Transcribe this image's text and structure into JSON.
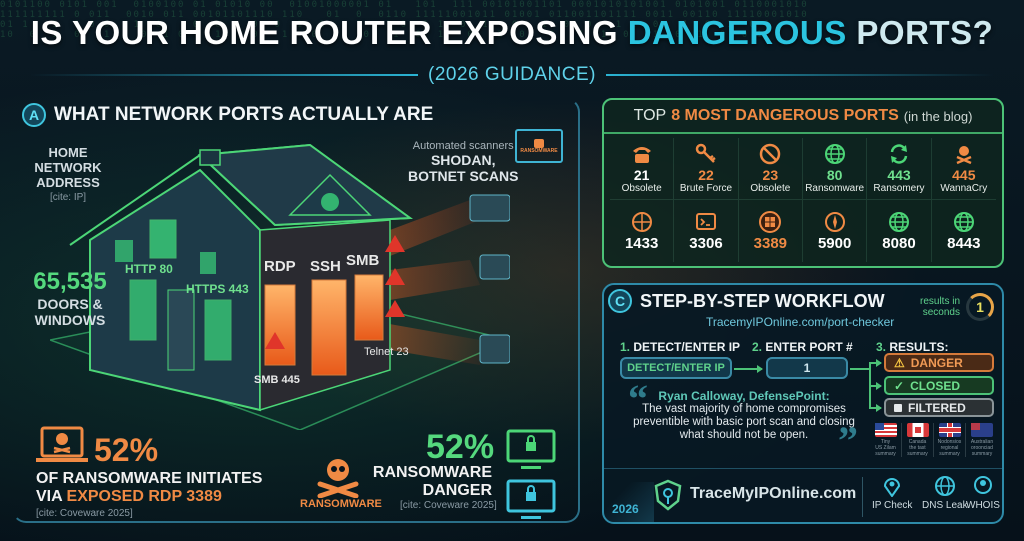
{
  "header": {
    "title_part1": "IS YOUR HOME ROUTER EXPOSING ",
    "title_highlight": "DANGEROUS",
    "title_part2": " PORTS?",
    "subtitle": "(2026 GUIDANCE)"
  },
  "section_a": {
    "badge": "A",
    "title": "WHAT NETWORK PORTS ACTUALLY ARE",
    "home_label_lines": [
      "HOME",
      "NETWORK",
      "ADDRESS"
    ],
    "home_cite": "[cite: IP]",
    "doors_count": "65,535",
    "doors_label_lines": [
      "DOORS &",
      "WINDOWS"
    ],
    "port_labels": {
      "http": "HTTP 80",
      "https": "HTTPS 443",
      "rdp": "RDP",
      "ssh": "SSH",
      "smb": "SMB",
      "smb445": "SMB 445",
      "telnet": "Telnet 23"
    },
    "scanner_small": "Automated scanners",
    "scanner_big_lines": [
      "SHODAN,",
      "BOTNET SCANS"
    ],
    "monitor_label": "RANSOMWARE",
    "stat1": {
      "percent": "52%",
      "line1": "OF RANSOMWARE INITIATES",
      "line2_prefix": "VIA ",
      "line2_highlight": "EXPOSED RDP 3389",
      "cite": "[cite: Coveware 2025]"
    },
    "stat2": {
      "icon_label": "RANSOMWARE",
      "percent": "52%",
      "line1": "RANSOMWARE",
      "line2": "DANGER",
      "cite": "[cite: Coveware 2025]"
    }
  },
  "section_b": {
    "title_prefix": "TOP ",
    "title_highlight": "8 MOST DANGEROUS PORTS",
    "title_suffix": "(in the blog)",
    "ports_row1": [
      {
        "num": "21",
        "desc": "Obsolete",
        "icon": "telephone-icon",
        "color": "#f08a44",
        "num_color": "#ffffff"
      },
      {
        "num": "22",
        "desc": "Brute Force",
        "icon": "key-icon",
        "color": "#f08a44",
        "num_color": "#f08a44"
      },
      {
        "num": "23",
        "desc": "Obsolete",
        "icon": "prohibited-icon",
        "color": "#f08a44",
        "num_color": "#f08a44"
      },
      {
        "num": "80",
        "desc": "Ransomware",
        "icon": "globe-icon",
        "color": "#4cd677",
        "num_color": "#6fe08e"
      },
      {
        "num": "443",
        "desc": "Ransomery",
        "icon": "refresh-icon",
        "color": "#4cd677",
        "num_color": "#6fe08e"
      },
      {
        "num": "445",
        "desc": "WannaCry",
        "icon": "skull-icon",
        "color": "#f08a44",
        "num_color": "#f08a44"
      }
    ],
    "ports_row2": [
      {
        "num": "1433",
        "icon": "database-globe-icon",
        "color": "#f08a44",
        "num_color": "#ffffff"
      },
      {
        "num": "3306",
        "icon": "terminal-icon",
        "color": "#f08a44",
        "num_color": "#ffffff"
      },
      {
        "num": "3389",
        "icon": "windows-icon",
        "color": "#f08a44",
        "num_color": "#f08a44"
      },
      {
        "num": "5900",
        "icon": "compass-icon",
        "color": "#f08a44",
        "num_color": "#ffffff"
      },
      {
        "num": "8080",
        "icon": "globe-icon",
        "color": "#4cd677",
        "num_color": "#ffffff"
      },
      {
        "num": "8443",
        "icon": "globe-icon",
        "color": "#4cd677",
        "num_color": "#ffffff"
      }
    ]
  },
  "section_c": {
    "badge": "C",
    "title": "STEP-BY-STEP WORKFLOW",
    "url": "TracemyIPOnline.com/port-checker",
    "timer_label_lines": [
      "results in",
      "seconds"
    ],
    "timer_value": "1",
    "step1_num": "1.",
    "step1_label": "DETECT/ENTER IP",
    "step1_field": "DETECT/ENTER IP",
    "step2_num": "2.",
    "step2_label": "ENTER PORT #",
    "step2_field": "1",
    "step3_num": "3.",
    "step3_label": "RESULTS:",
    "results": {
      "danger": "DANGER",
      "closed": "CLOSED",
      "filtered": "FILTERED"
    },
    "quote_author": "Ryan Calloway, DefensePoint:",
    "quote_text": "The vast majority of home compromises preventible with basic port scan and closing what should not be open.",
    "flags": [
      {
        "label_lines": [
          "Tiny",
          "US Zilam",
          "summary"
        ]
      },
      {
        "label_lines": [
          "Canada",
          "the tast",
          "summary"
        ]
      },
      {
        "label_lines": [
          "Nodonsios",
          "regional",
          "summary"
        ]
      },
      {
        "label_lines": [
          "Australian",
          "oroonciad",
          "summary"
        ]
      }
    ],
    "footer": {
      "year": "2026",
      "brand": "TraceMyIPOnline.com",
      "links": [
        "IP Check",
        "DNS Leak",
        "WHOIS"
      ]
    }
  },
  "colors": {
    "accent_cyan": "#2bc4e0",
    "accent_green": "#4cd677",
    "accent_orange": "#f08a44",
    "background": "#07131c"
  }
}
